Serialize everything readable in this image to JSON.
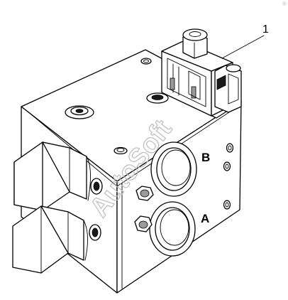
{
  "callout": {
    "number": "1"
  },
  "ports": {
    "upper": "B",
    "lower": "A"
  },
  "watermark": {
    "text": "AutoSoft",
    "mark": "®"
  },
  "components": {
    "block": "valve-block",
    "solenoid": "solenoid-valve",
    "caps": "hex-plug-caps"
  }
}
